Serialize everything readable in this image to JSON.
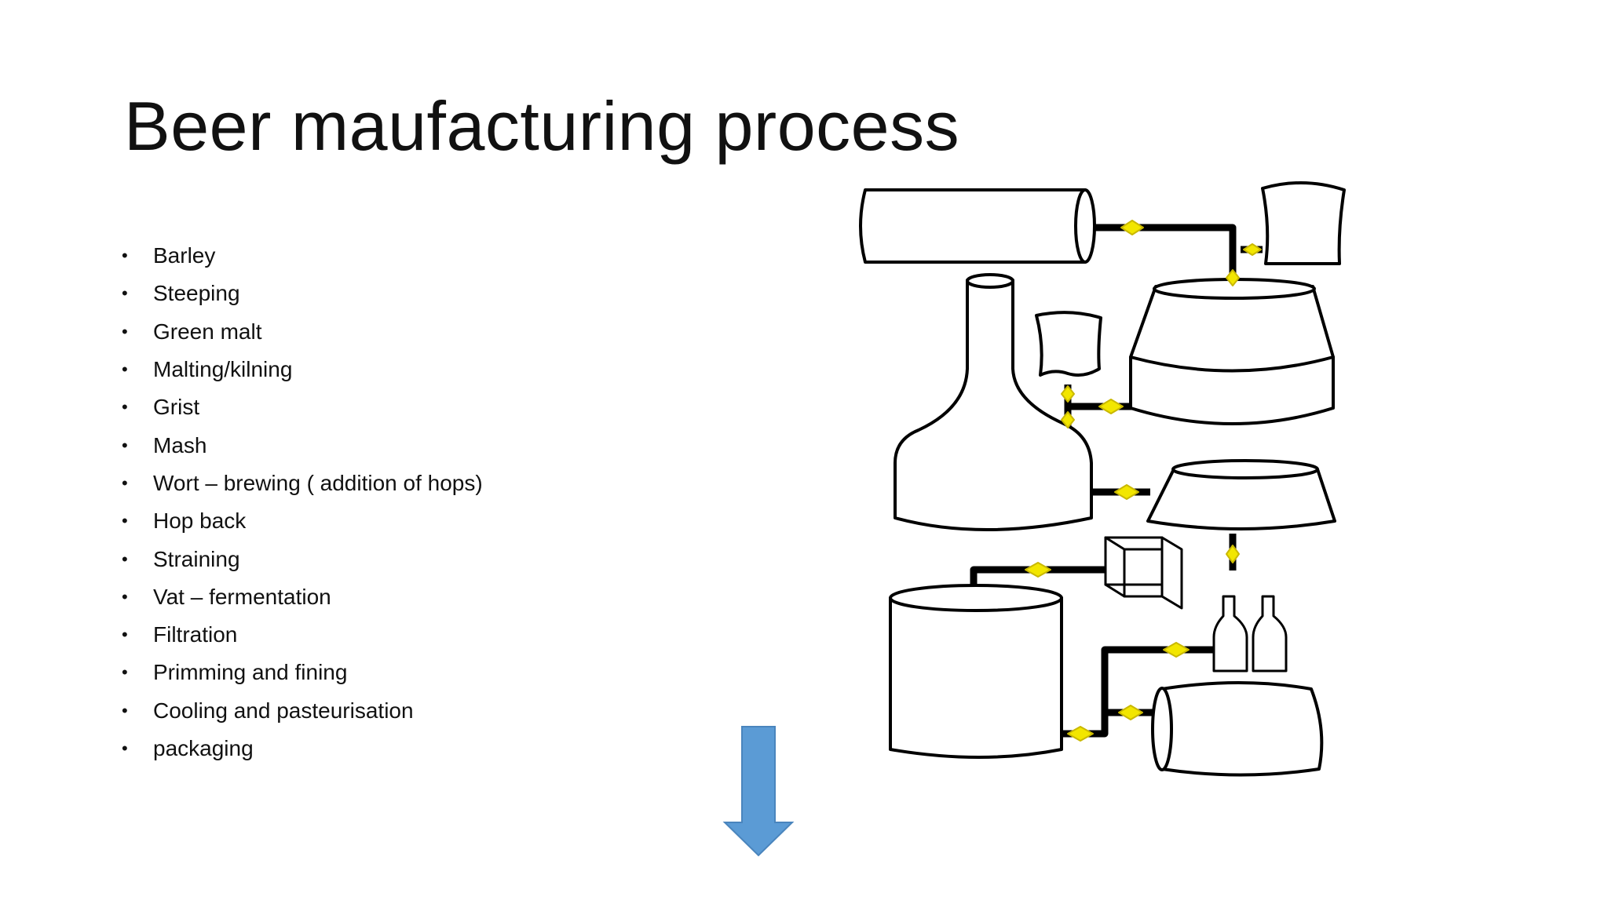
{
  "slide": {
    "title": "Beer maufacturing process",
    "bullets": [
      "Barley",
      "Steeping",
      "Green malt",
      "Malting/kilning",
      "Grist",
      "Mash",
      "Wort – brewing ( addition of hops)",
      "Hop back",
      "Straining",
      "Vat – fermentation",
      "Filtration",
      "Primming and fining",
      "Cooling and pasteurisation",
      "packaging"
    ],
    "bullet_glyph": "•"
  },
  "diagram": {
    "icon": "brewery-process-diagram-icon",
    "pipe_color": "#000000",
    "valve_color": "#f2e600"
  },
  "arrow": {
    "icon": "down-arrow-icon",
    "fill_color": "#5b9bd5",
    "stroke_color": "#4a85bd"
  }
}
